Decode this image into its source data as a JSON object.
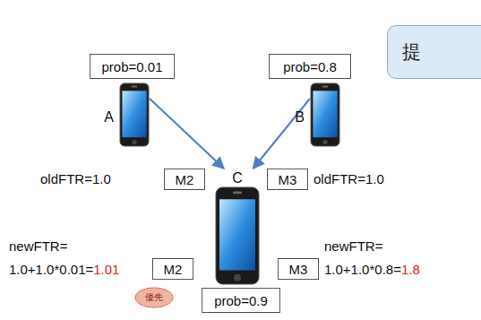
{
  "diagram": {
    "nodes": [
      {
        "text": [
          "prob=0.01"
        ]
      },
      {
        "text": [
          "A"
        ]
      },
      {
        "text": [
          "prob=0.8"
        ]
      },
      {
        "text": [
          "B"
        ]
      },
      {
        "text": [
          "提"
        ]
      },
      {
        "text": [
          "M2"
        ]
      },
      {
        "text": [
          "C"
        ]
      },
      {
        "text": [
          "M3"
        ]
      },
      {
        "text": [
          "M2"
        ]
      },
      {
        "text": [
          "M3"
        ]
      },
      {
        "text": [
          "prob=0.9"
        ]
      },
      {
        "text": [
          "優先"
        ]
      }
    ],
    "edges": [
      {
        "from": 1,
        "to": 6,
        "arrow": "to"
      },
      {
        "from": 3,
        "to": 6,
        "arrow": "to"
      }
    ],
    "labels": [
      "oldFTR=1.0",
      "oldFTR=1.0",
      "newFTR=",
      "1.0+1.0*0.01=",
      "1.01",
      "newFTR=",
      "1.0+1.0*0.8=",
      "1.8"
    ]
  }
}
